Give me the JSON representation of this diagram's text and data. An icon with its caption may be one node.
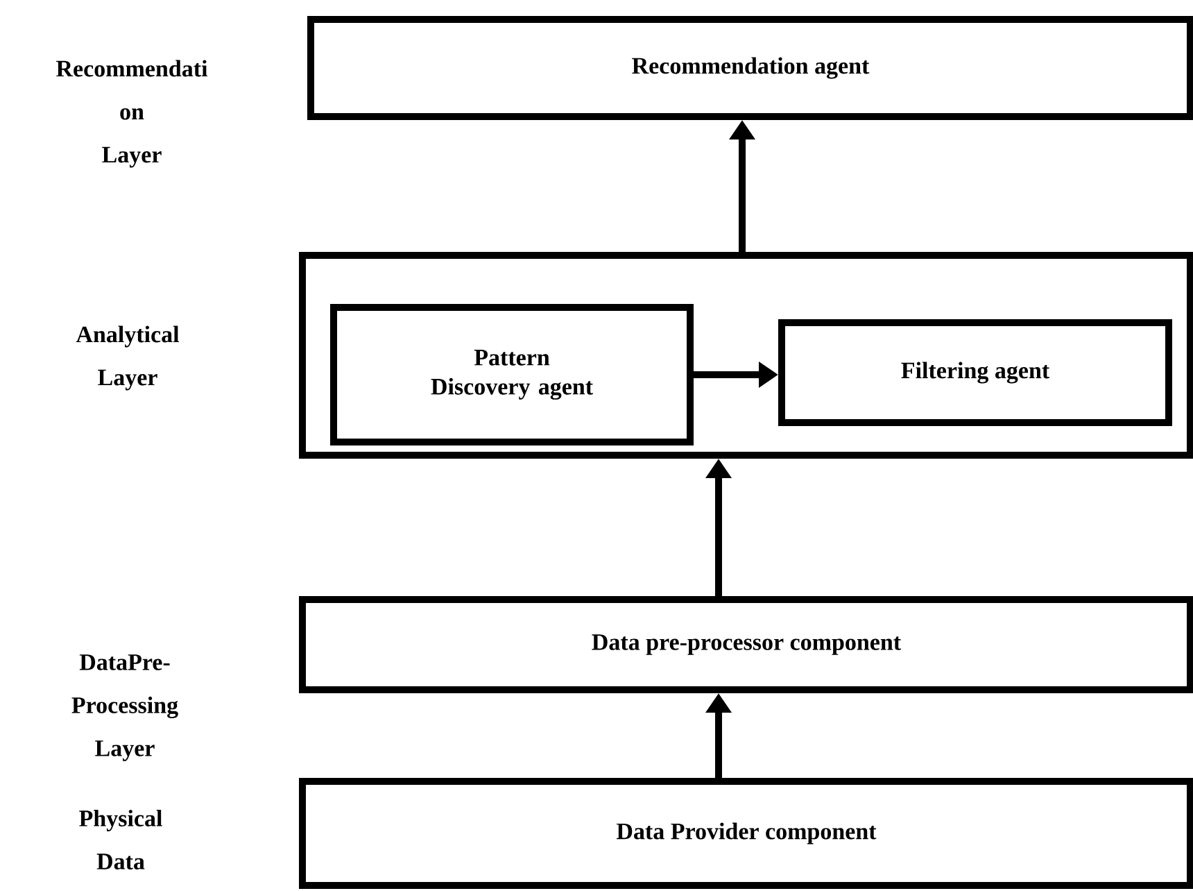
{
  "diagram": {
    "nodes": [
      {
        "text": [
          "Recommendation agent"
        ]
      },
      {
        "text": [],
        "shape": "box"
      },
      {
        "text": [
          "Pattern Discovery agent"
        ],
        "in": 1
      },
      {
        "text": [
          "Filtering agent"
        ],
        "in": 1
      },
      {
        "text": [
          "Data pre-processor component"
        ]
      },
      {
        "text": [
          "Data Provider component"
        ]
      }
    ],
    "edges": [
      {
        "from": 1,
        "to": 0,
        "arrow": "to"
      },
      {
        "from": 2,
        "to": 3,
        "arrow": "to"
      },
      {
        "from": 4,
        "to": 1,
        "arrow": "to"
      },
      {
        "from": 5,
        "to": 4,
        "arrow": "to"
      }
    ],
    "labels": [
      "Recommendati on Layer",
      "Analytical Layer",
      "DataPre- Processing Layer",
      "Physical Data"
    ]
  }
}
